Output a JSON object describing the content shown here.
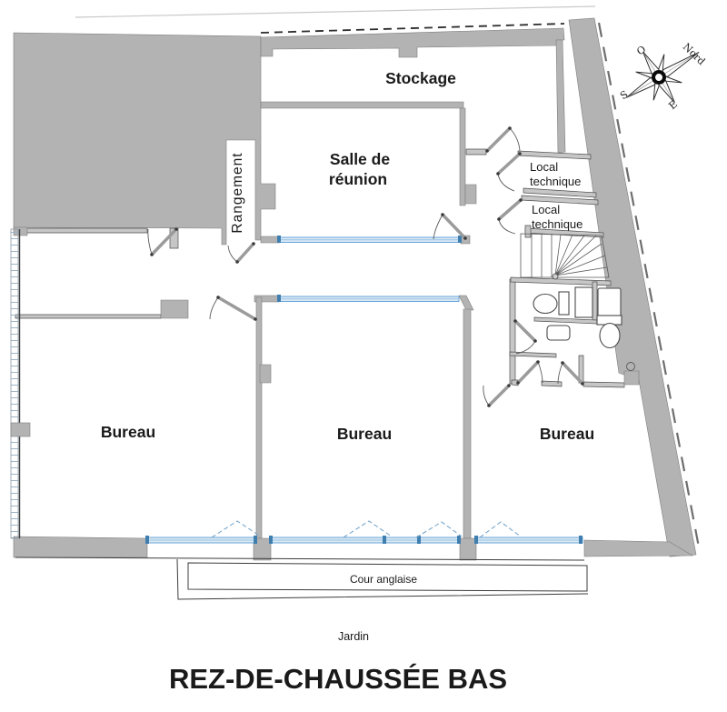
{
  "title": "REZ-DE-CHAUSSÉE BAS",
  "labels": {
    "stockage": "Stockage",
    "salle": {
      "line1": "Salle de",
      "line2": "réunion"
    },
    "rangement": "Rangement",
    "local1": {
      "line1": "Local",
      "line2": "technique"
    },
    "local2": {
      "line1": "Local",
      "line2": "technique"
    },
    "bureau_left": "Bureau",
    "bureau_middle": "Bureau",
    "bureau_right": "Bureau",
    "cour": "Cour anglaise",
    "jardin": "Jardin"
  },
  "compass": {
    "n": "Nord",
    "s": "S",
    "e": "E",
    "w": "O"
  },
  "colors": {
    "wall_gray": "#b3b3b3",
    "thin_wall_gray": "#c6c6c6",
    "window_blue": "#5b9bd5",
    "casement_blue": "#7aa7cc",
    "outline": "#4a4a4a"
  }
}
